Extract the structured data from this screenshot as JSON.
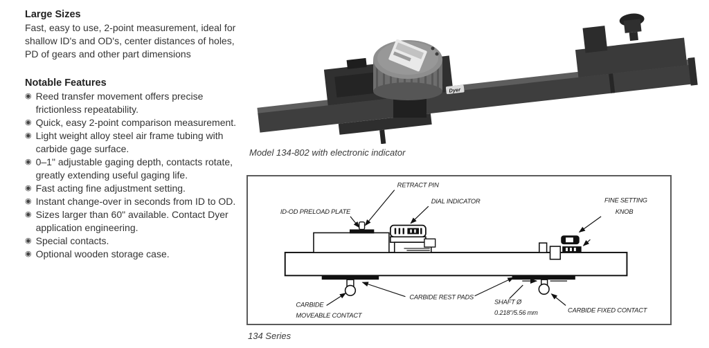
{
  "page": {
    "intro": {
      "heading": "Large Sizes",
      "body": "Fast, easy to use, 2-point measurement, ideal for shallow ID's and OD's, center distances of holes, PD of gears and other part dimensions"
    },
    "features": {
      "heading": "Notable Features",
      "bullet_glyph": "◉",
      "items": [
        "Reed transfer movement offers precise frictionless repeatability.",
        "Quick, easy 2-point comparison measurement.",
        "Light weight alloy steel air frame tubing with carbide gage surface.",
        "0–1\" adjustable gaging depth, contacts rotate, greatly extending useful gaging life.",
        "Fast acting fine adjustment setting.",
        "Instant change-over in seconds from ID to OD.",
        "Sizes larger than 60\" available. Contact Dyer application engineering.",
        "Special contacts.",
        "Optional wooden storage case."
      ]
    },
    "photo": {
      "caption": "Model 134-802 with electronic indicator",
      "brand_label": "Dyer"
    },
    "diagram": {
      "caption": "134 Series",
      "labels": {
        "retract_pin": "RETRACT PIN",
        "dial_indicator": "DIAL INDICATOR",
        "preload_plate": "ID-OD PRELOAD PLATE",
        "fine_setting_1": "FINE SETTING",
        "fine_setting_2": "KNOB",
        "moveable_1": "CARBIDE",
        "moveable_2": "MOVEABLE CONTACT",
        "rest_pads": "CARBIDE REST PADS",
        "shaft_1": "SHAFT Ø",
        "shaft_2": "0.218\"/5.56 mm",
        "fixed_contact": "CARBIDE FIXED CONTACT"
      }
    },
    "colors": {
      "text": "#2e2e2e",
      "line": "#111111",
      "diagram_border": "#5a5a5a"
    }
  }
}
